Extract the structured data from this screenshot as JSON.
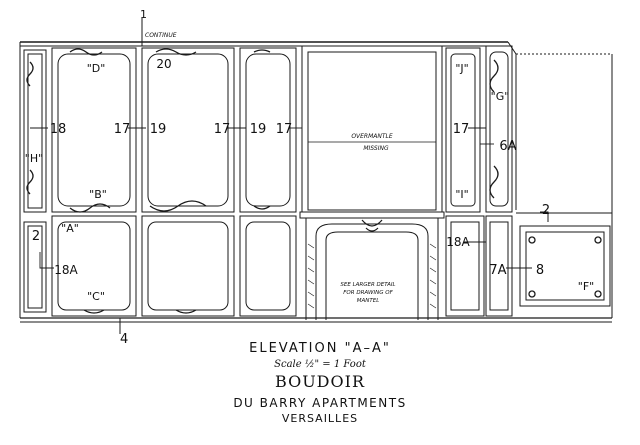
{
  "drawing": {
    "section_marker_top": "1",
    "section_marker_bottom": "4",
    "continue_note": "CONTINUE",
    "overmantle_note": [
      "OVERMANTLE",
      "MISSING"
    ],
    "mantel_note": [
      "SEE LARGER DETAIL",
      "FOR DRAWING OF",
      "MANTEL"
    ]
  },
  "callouts": [
    {
      "key": "d",
      "text": "\"D\""
    },
    {
      "key": "n20",
      "text": "20"
    },
    {
      "key": "j",
      "text": "\"J\""
    },
    {
      "key": "g",
      "text": "\"G\""
    },
    {
      "key": "n18-left",
      "text": "18"
    },
    {
      "key": "n17-a",
      "text": "17"
    },
    {
      "key": "n19-a",
      "text": "19"
    },
    {
      "key": "n17-b",
      "text": "17"
    },
    {
      "key": "n19-b",
      "text": "19"
    },
    {
      "key": "n17-c",
      "text": "17"
    },
    {
      "key": "n17-d",
      "text": "17"
    },
    {
      "key": "n6a",
      "text": "6A"
    },
    {
      "key": "h",
      "text": "\"H\""
    },
    {
      "key": "b",
      "text": "\"B\""
    },
    {
      "key": "i",
      "text": "\"I\""
    },
    {
      "key": "a",
      "text": "\"A\""
    },
    {
      "key": "n2-left",
      "text": "2"
    },
    {
      "key": "n2-right",
      "text": "2"
    },
    {
      "key": "n18a-left",
      "text": "18A"
    },
    {
      "key": "n18a-right",
      "text": "18A"
    },
    {
      "key": "n7a",
      "text": "7A"
    },
    {
      "key": "n8",
      "text": "8"
    },
    {
      "key": "c",
      "text": "\"C\""
    },
    {
      "key": "f",
      "text": "\"F\""
    }
  ],
  "caption": {
    "elevation": "ELEVATION  \"A–A\"",
    "scale": "Scale ½\" = 1 Foot",
    "room": "BOUDOIR",
    "apartments": "DU BARRY APARTMENTS",
    "place": "VERSAILLES"
  }
}
